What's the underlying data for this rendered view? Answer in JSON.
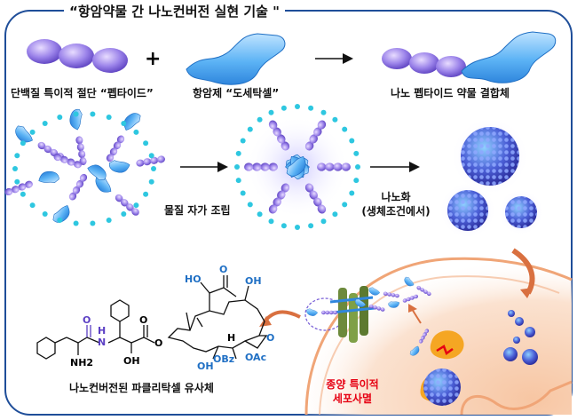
{
  "title": "“항암약물 간 나노컨버전 실현 기술 \"",
  "labels": {
    "peptide": "단백질 특이적 절단 “펩타이드”",
    "drug": "항암제 “도세탁셀”",
    "conjugate": "나노 펩타이드 약물 결합체",
    "self_assembly": "물질 자가 조립",
    "nano_line1": "나노화",
    "nano_line2": "(생체조건에서)",
    "analog": "나노컨버전된 파클리탁셀 유사체",
    "death_line1": "종양 특이적",
    "death_line2": "세포사멸"
  },
  "chem": {
    "nh2": "NH2",
    "h": "H",
    "n": "N",
    "o": "O",
    "oh": "OH",
    "ho": "HO",
    "obz": "OBz",
    "oac": "OAc",
    "plus": "+"
  },
  "colors": {
    "frame": "#1f4e99",
    "bead_purple": "#7b62d8",
    "drug_blue": "#3d9ff0",
    "dot_cyan": "#2ec7e0",
    "cell_orange": "#f5b68e",
    "red": "#e60012"
  }
}
